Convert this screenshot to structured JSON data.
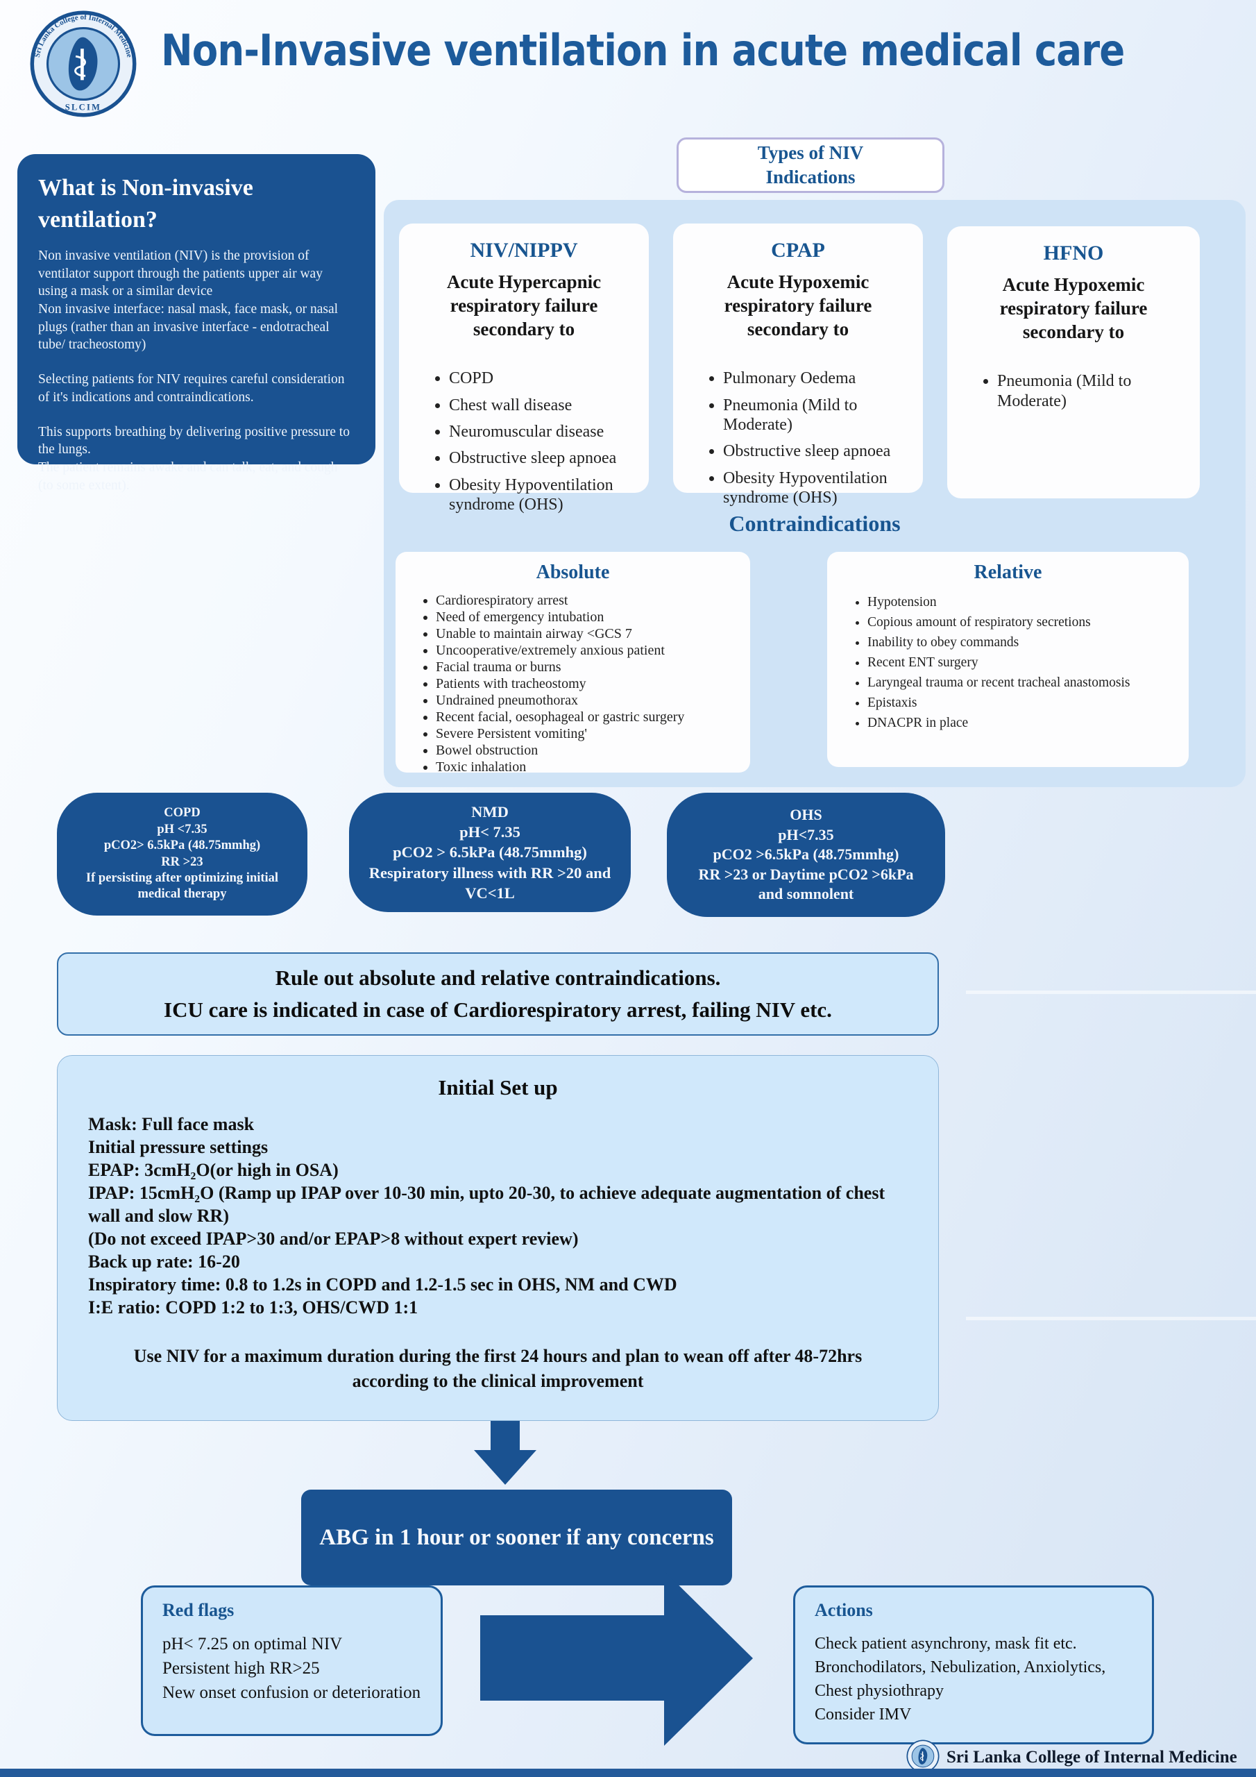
{
  "theme": {
    "navy": "#1a5291",
    "title_blue": "#1d5b9b",
    "heading_blue": "#185590",
    "panel_blue": "#cfe3f6",
    "card_white": "#fdfdfe",
    "light_box": "#d0e8fb",
    "box_border": "#336fa9",
    "types_border": "#b6b2dc",
    "footer_bar": "#245a9a"
  },
  "header": {
    "title": "Non-Invasive ventilation in acute medical care",
    "logo": {
      "ring_text": "Sri Lanka College of Internal Medicine",
      "abbr": "SLCIM"
    }
  },
  "what_is": {
    "heading": "What is Non-invasive ventilation?",
    "paragraphs": [
      "Non invasive ventilation (NIV) is the provision of ventilator support through the patients upper air way using a mask or a similar device\nNon invasive interface: nasal mask, face mask, or nasal plugs (rather than an invasive interface - endotracheal tube/ tracheostomy)",
      "Selecting patients for NIV requires careful consideration of it's indications and contraindications.",
      "This supports breathing by delivering positive pressure to the lungs.\nThe patient remains awake and can talk, eat, and cough (to some extent)."
    ]
  },
  "types_box": {
    "line1": "Types of NIV",
    "line2": "Indications"
  },
  "columns": [
    {
      "title": "NIV/NIPPV",
      "subtitle": "Acute Hypercapnic respiratory failure secondary to",
      "items": [
        "COPD",
        "Chest wall disease",
        "Neuromuscular disease",
        "Obstructive sleep apnoea",
        "Obesity Hypoventilation syndrome (OHS)"
      ]
    },
    {
      "title": "CPAP",
      "subtitle": "Acute Hypoxemic respiratory failure secondary to",
      "items": [
        "Pulmonary Oedema",
        "Pneumonia (Mild to Moderate)",
        "Obstructive sleep apnoea",
        "Obesity Hypoventilation syndrome (OHS)"
      ]
    },
    {
      "title": "HFNO",
      "subtitle": "Acute Hypoxemic respiratory failure secondary to",
      "items": [
        "Pneumonia (Mild to Moderate)"
      ]
    }
  ],
  "contraindications": {
    "heading": "Contraindications",
    "absolute": {
      "title": "Absolute",
      "items": [
        "Cardiorespiratory arrest",
        "Need of emergency intubation",
        "Unable to maintain airway <GCS 7",
        "Uncooperative/extremely anxious patient",
        "Facial trauma or burns",
        "Patients with tracheostomy",
        "Undrained pneumothorax",
        "Recent facial, oesophageal or gastric surgery",
        "Severe Persistent vomiting'",
        "Bowel obstruction",
        "Toxic inhalation"
      ]
    },
    "relative": {
      "title": "Relative",
      "items": [
        "Hypotension",
        "Copious amount of respiratory secretions",
        "Inability to obey commands",
        "Recent ENT surgery",
        "Laryngeal trauma or recent tracheal anastomosis",
        "Epistaxis",
        "DNACPR in place"
      ]
    }
  },
  "criteria_pills": [
    {
      "title": "COPD",
      "lines": [
        "pH <7.35",
        "pCO2> 6.5kPa (48.75mmhg)",
        "RR >23",
        "If persisting after optimizing initial medical therapy"
      ]
    },
    {
      "title": "NMD",
      "lines": [
        "pH< 7.35",
        "pCO2 > 6.5kPa (48.75mmhg)",
        "Respiratory illness with RR >20 and VC<1L"
      ]
    },
    {
      "title": "OHS",
      "lines": [
        "pH<7.35",
        "pCO2 >6.5kPa (48.75mmhg)",
        "RR >23 or Daytime pCO2 >6kPa and somnolent"
      ]
    }
  ],
  "rule_out": {
    "line1": "Rule out absolute and relative contraindications.",
    "line2": "ICU care is indicated in case of  Cardiorespiratory arrest, failing NIV etc."
  },
  "initial_setup": {
    "heading": "Initial Set up",
    "lines": [
      "Mask: Full face mask",
      "Initial pressure settings",
      "EPAP: 3cmH₂O(or high in OSA)",
      "IPAP: 15cmH₂O (Ramp up IPAP over 10-30 min, upto 20-30, to achieve adequate augmentation of chest wall and slow RR)",
      "(Do not exceed IPAP>30 and/or EPAP>8 without expert review)",
      "Back up rate: 16-20",
      "Inspiratory time: 0.8 to 1.2s in COPD and 1.2-1.5 sec in OHS, NM and CWD",
      "I:E ratio: COPD 1:2 to 1:3, OHS/CWD 1:1"
    ],
    "note": "Use NIV for a maximum duration during the first 24 hours and plan to wean off after 48-72hrs according to the clinical improvement"
  },
  "abg_box": {
    "text": "ABG in 1 hour or sooner if any concerns"
  },
  "red_flags": {
    "title": "Red flags",
    "lines": [
      "pH< 7.25 on optimal NIV",
      "Persistent high RR>25",
      "New onset confusion or deterioration"
    ]
  },
  "actions": {
    "title": "Actions",
    "lines": [
      "Check patient asynchrony, mask fit etc.",
      "Bronchodilators, Nebulization, Anxiolytics,",
      "Chest physiothrapy",
      "Consider IMV"
    ]
  },
  "footer": {
    "org": "Sri Lanka College of Internal Medicine"
  }
}
